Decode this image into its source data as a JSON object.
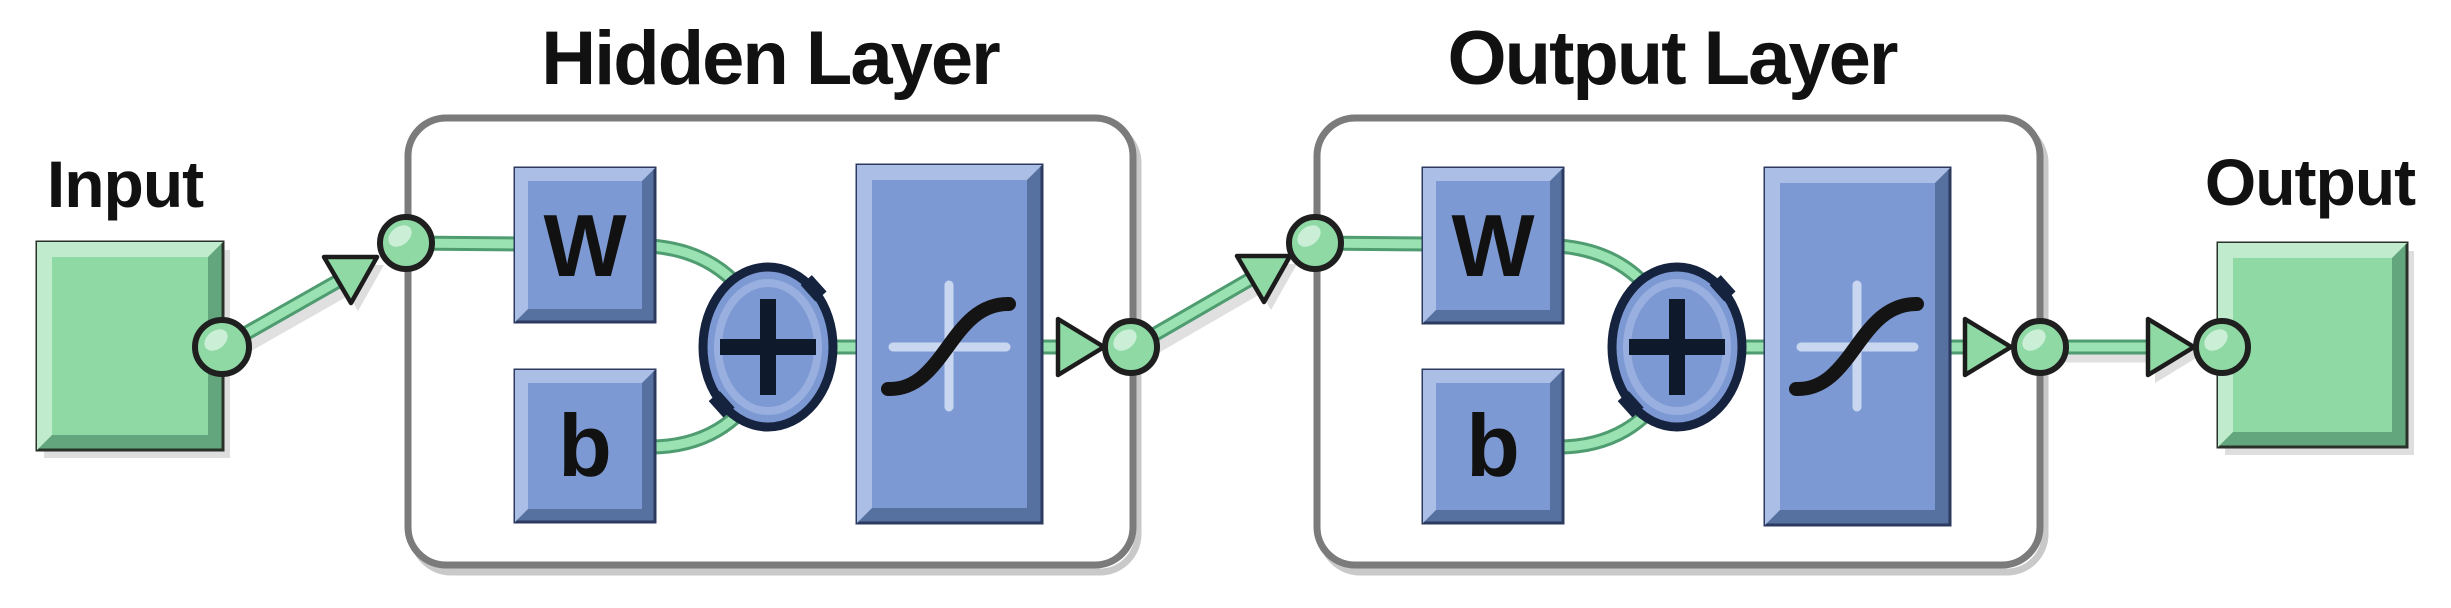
{
  "diagram": {
    "type": "neural-network-architecture",
    "input_label": "Input",
    "output_label": "Output",
    "hidden_layer": {
      "title": "Hidden Layer",
      "weight_label": "W",
      "bias_label": "b",
      "sum_symbol": "+",
      "transfer_function_icon": "sigmoid-s-curve"
    },
    "output_layer": {
      "title": "Output Layer",
      "weight_label": "W",
      "bias_label": "b",
      "sum_symbol": "+",
      "transfer_function_icon": "sigmoid-s-curve"
    }
  },
  "colors": {
    "green_main": "#8fd9a5",
    "green_hl": "#d0f1db",
    "green_core": "#9ae2b1",
    "green_edge": "#4f9c71",
    "green_bevel_light": "#c0ebcd",
    "green_bevel_dark": "#63a57c",
    "blue_main": "#7d99d3",
    "blue_bevel_light": "#abbfe6",
    "blue_bevel_dark": "#56709f",
    "blue_outline": "#2c3a5f",
    "plus_outline": "#15233f",
    "plus_glyph": "#0e1a2c",
    "tf_cross": "#c9d6f0",
    "tf_curve": "#141414",
    "box_border": "#7b7b7b",
    "text_black": "#111111"
  }
}
